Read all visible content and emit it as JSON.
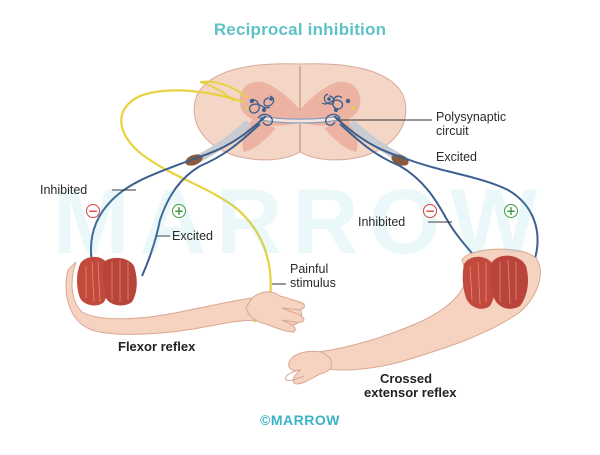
{
  "title": "Reciprocal inhibition",
  "watermark": "MARROW",
  "labels": {
    "polysynaptic": "Polysynaptic",
    "circuit": "circuit",
    "excited_right": "Excited",
    "inhibited_right": "Inhibited",
    "inhibited_left": "Inhibited",
    "excited_left": "Excited",
    "painful": "Painful",
    "stimulus": "stimulus",
    "flexor": "Flexor reflex",
    "crossed": "Crossed",
    "extensor": "extensor reflex"
  },
  "signs": {
    "minus": "−",
    "plus": "+"
  },
  "footer": "©MARROW",
  "colors": {
    "title": "#5fc2c6",
    "nerve_blue": "#3b5f8f",
    "stimulus_yellow": "#e7d23e",
    "cord_fill": "#f4d6c7",
    "gray_matter": "#ecb3a2",
    "skin": "#f6d2c1",
    "muscle": "#c24a3c"
  }
}
